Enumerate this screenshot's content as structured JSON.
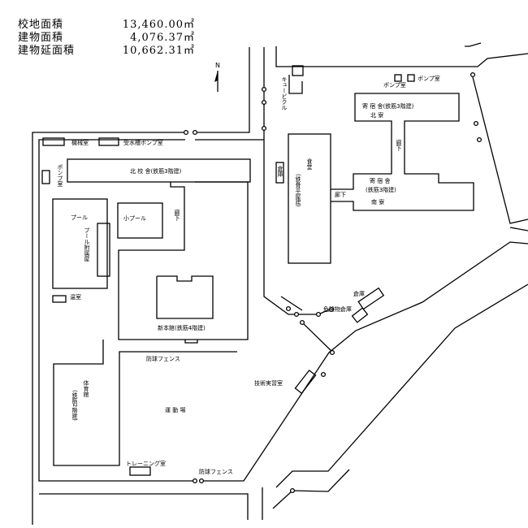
{
  "stats": [
    {
      "label": "校地面積",
      "value": "13,460.00㎡"
    },
    {
      "label": "建物面積",
      "value": "4,076.37㎡"
    },
    {
      "label": "建物延面積",
      "value": "10,662.31㎡"
    }
  ],
  "north": "N",
  "labels": {
    "machine_room": "機械室",
    "tank_pump_room": "受水槽ポンプ室",
    "pump_room_left": "ポンプ室",
    "north_building": "北 校 舎(鉄筋3階建)",
    "pool": "プール",
    "small_pool": "小プール",
    "pool_annex": "プール附属屋",
    "corridor_a": "廊下",
    "greenhouse": "温室",
    "new_main": "新本館(鉄筋4階建)",
    "fence_1": "防球フェンス",
    "gym": "体育館",
    "gym_struct": "(鉄筋2階建)",
    "ground": "運 動 場",
    "training": "トレーニング室",
    "fence_2": "防球フェンス",
    "tech": "技術実習室",
    "cubicle": "キュービクル",
    "pump_room_top": "ポンプ室",
    "pump_room_top2": "ポンプ室",
    "warehouse_v": "倉庫",
    "cafeteria": "食堂",
    "cafeteria_struct": "(鉄骨平屋建)",
    "corridor_b": "廊下",
    "corridor_c": "廊下",
    "dorm_north": "寄 宿 舎(鉄筋3階建)",
    "dorm_north_name": "北 寮",
    "dorm_south": "寄 宿 舎",
    "dorm_south_struct": "(鉄筋3階建)",
    "dorm_south_name": "南 寮",
    "warehouse": "倉庫",
    "hazmat": "危険物倉庫"
  }
}
